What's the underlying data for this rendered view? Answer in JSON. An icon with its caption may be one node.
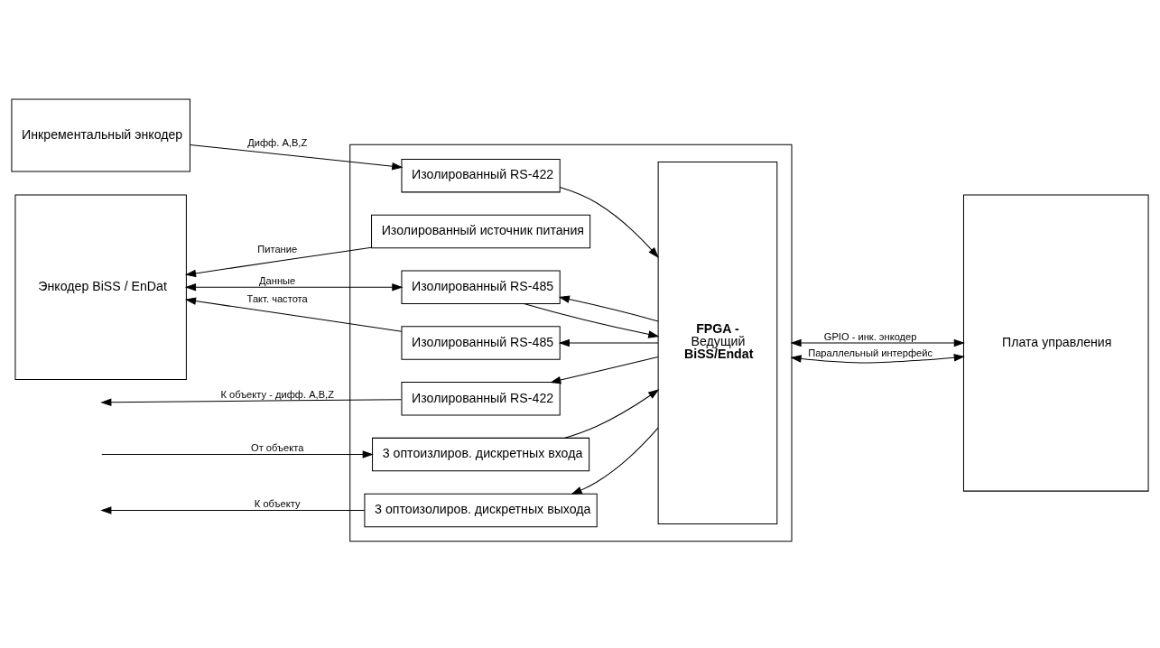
{
  "diagram": {
    "nodes": [
      {
        "text": [
          "Инкрементальный энкодер"
        ]
      },
      {
        "text": [
          "Энкодер BiSS / EnDat"
        ]
      },
      {
        "text": [],
        "shape": "box"
      },
      {
        "text": [
          "Изолированный RS-422"
        ],
        "in": 2
      },
      {
        "text": [
          "Изолированный RS-422"
        ],
        "in": 2
      },
      {
        "text": [
          "3 оптоизлиров. дискретных входа"
        ],
        "in": 2
      },
      {
        "text": [
          "3 оптоизолиров. дискретных выхода"
        ],
        "in": 2
      },
      {
        "text": [
          "Изолированный источник питания"
        ],
        "in": 2
      },
      {
        "text": [
          "Изолированный RS-485"
        ],
        "in": 2
      },
      {
        "text": [
          "Изолированный RS-485"
        ],
        "in": 2
      },
      {
        "text": [
          "FPGA -",
          "Ведущий",
          "BiSS/Endat"
        ],
        "in": 2
      },
      {
        "text": [
          "Плата управления"
        ]
      }
    ],
    "edges": [
      {
        "from": 3,
        "to": null,
        "arrow": "to",
        "label": "К объекту - дифф. A,B,Z"
      },
      {
        "from": 0,
        "to": 4,
        "arrow": "to",
        "label": "Дифф. A,B,Z"
      },
      {
        "from": null,
        "to": 5,
        "arrow": "to",
        "label": "От объекта"
      },
      {
        "from": 6,
        "to": null,
        "arrow": "to",
        "label": "К объекту"
      },
      {
        "from": 7,
        "to": 1,
        "arrow": "to",
        "label": "Питание"
      },
      {
        "from": 1,
        "to": 8,
        "arrow": "both",
        "label": "Данные"
      },
      {
        "from": 9,
        "to": 1,
        "arrow": "to",
        "label": "Такт. частота"
      },
      {
        "from": 10,
        "to": 3,
        "arrow": "to"
      },
      {
        "from": 4,
        "to": 10,
        "arrow": "to"
      },
      {
        "from": 5,
        "to": 10,
        "arrow": "to"
      },
      {
        "from": 10,
        "to": 6,
        "arrow": "to"
      },
      {
        "from": 8,
        "to": 10,
        "arrow": "to"
      },
      {
        "from": 10,
        "to": 8,
        "arrow": "to"
      },
      {
        "from": 10,
        "to": 9,
        "arrow": "to"
      },
      {
        "from": 2,
        "to": 11,
        "arrow": "both",
        "label": "GPIO - инк. энкодер"
      },
      {
        "from": 2,
        "to": 11,
        "arrow": "both",
        "label": "Параллельный интерфейс"
      }
    ]
  }
}
